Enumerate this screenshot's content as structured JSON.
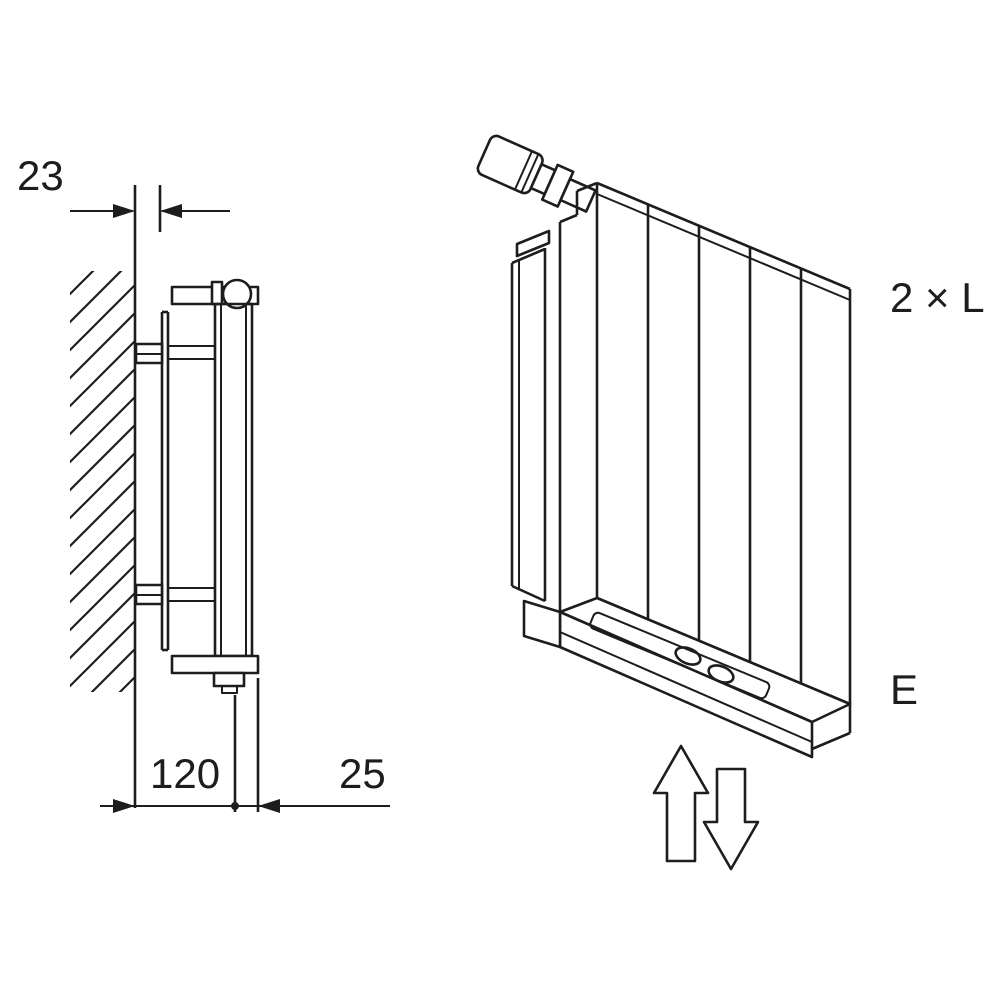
{
  "diagram": {
    "title": "radiator-installation-drawing",
    "colors": {
      "line": "#1d1d1b",
      "background": "#ffffff"
    },
    "side_view": {
      "dimension_wall_gap": "23",
      "dimension_depth": "120",
      "dimension_front": "25"
    },
    "iso_view": {
      "label_length": "2 × L",
      "label_height": "E"
    }
  }
}
